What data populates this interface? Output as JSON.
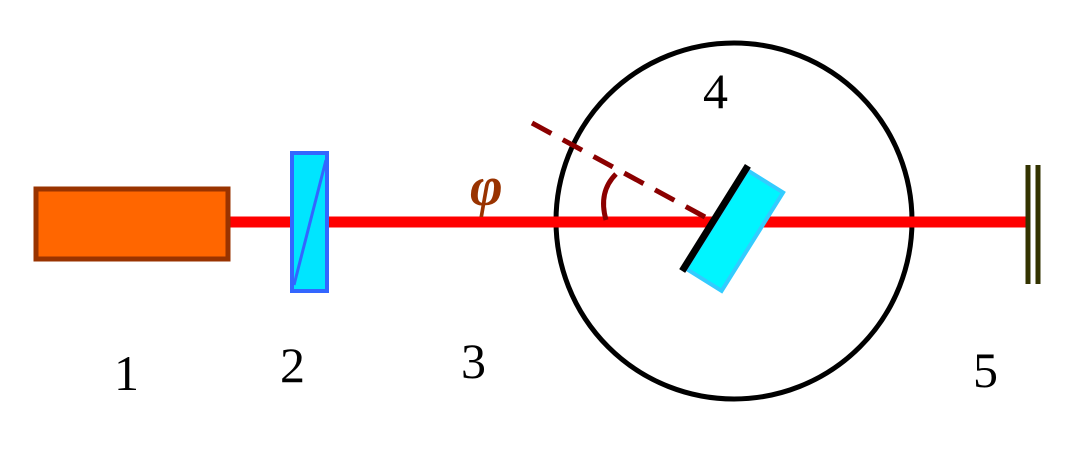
{
  "colors": {
    "beam": "#ff0000",
    "laser_fill": "#ff6600",
    "laser_border": "#993300",
    "polarizer_fill": "#00e5ff",
    "polarizer_border": "#3366ff",
    "sample_fill": "#00f5ff",
    "sample_border": "#33ccff",
    "sample_face": "#000000",
    "normal_line": "#8b0000",
    "angle_arc": "#8b0000",
    "angle_label": "#993300",
    "screen": "#333300",
    "circle": "#000000"
  },
  "labels": {
    "laser": "1",
    "polarizer": "2",
    "beam": "3",
    "stage": "4",
    "screen": "5",
    "angle": "φ"
  }
}
